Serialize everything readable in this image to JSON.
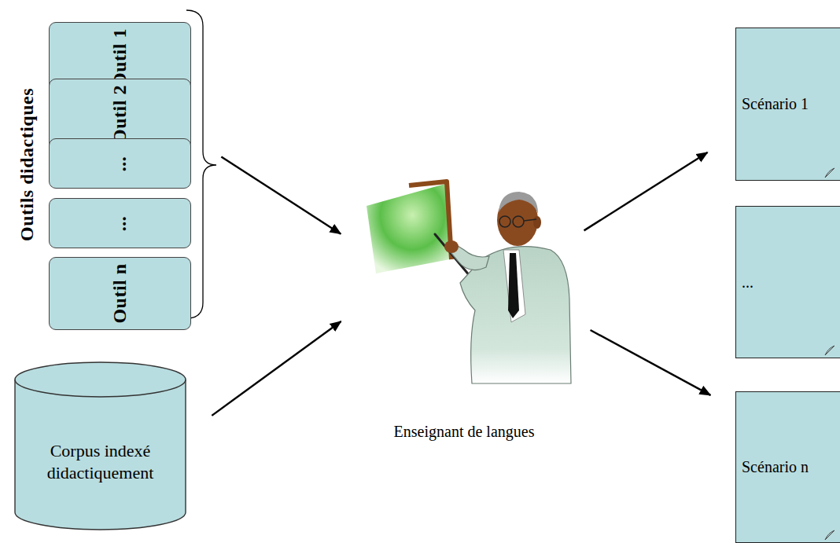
{
  "diagram": {
    "nodes": [
      {
        "text": [
          "Outils didactiques"
        ]
      },
      {
        "text": [
          "Outil 1"
        ],
        "in": 0
      },
      {
        "text": [
          "Outil 2"
        ],
        "in": 0
      },
      {
        "text": [
          "..."
        ],
        "in": 0
      },
      {
        "text": [
          "..."
        ],
        "in": 0
      },
      {
        "text": [
          "Outil n"
        ],
        "in": 0
      },
      {
        "text": [
          "Corpus indexé didactiquement"
        ]
      },
      {
        "text": [
          "Enseignant de langues"
        ]
      },
      {
        "text": [
          "Scénario 1"
        ]
      },
      {
        "text": [
          "..."
        ]
      },
      {
        "text": [
          "Scénario n"
        ]
      }
    ],
    "edges": [
      {
        "from": 0,
        "to": 7,
        "arrow": "to"
      },
      {
        "from": 6,
        "to": 7,
        "arrow": "to"
      },
      {
        "from": 7,
        "to": 8,
        "arrow": "to"
      },
      {
        "from": 7,
        "to": 10,
        "arrow": "to"
      }
    ]
  }
}
